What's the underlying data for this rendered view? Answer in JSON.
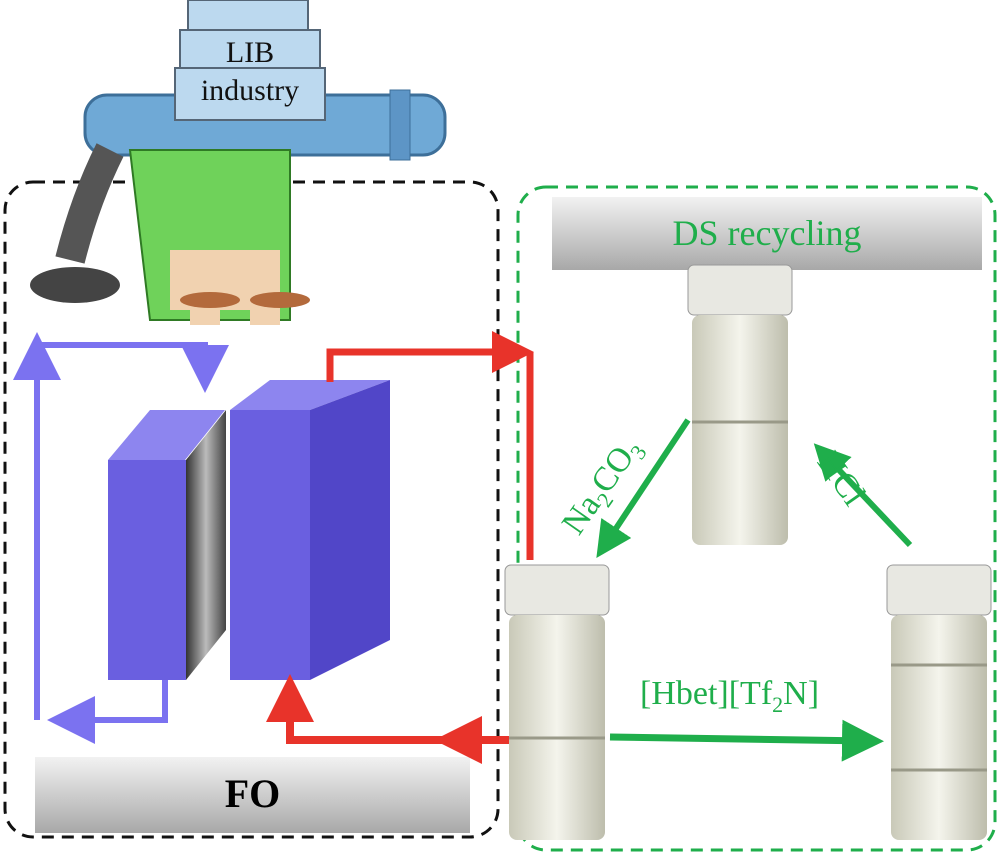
{
  "cartoon": {
    "label_line1": "LIB",
    "label_line2": "industry"
  },
  "fo_section": {
    "title": "FO"
  },
  "ds_section": {
    "title": "DS recycling"
  },
  "reactions": {
    "na2co3": {
      "main": "Na",
      "sub1": "2",
      "mid": "CO",
      "sub2": "3"
    },
    "hcl": "HCl",
    "hbet": {
      "pre": "[Hbet][Tf",
      "sub": "2",
      "post": "N]"
    }
  },
  "colors": {
    "green": "#1fae4b",
    "red": "#e8332a",
    "blue": "#7b72f0",
    "purple": "#6a5fe0"
  }
}
